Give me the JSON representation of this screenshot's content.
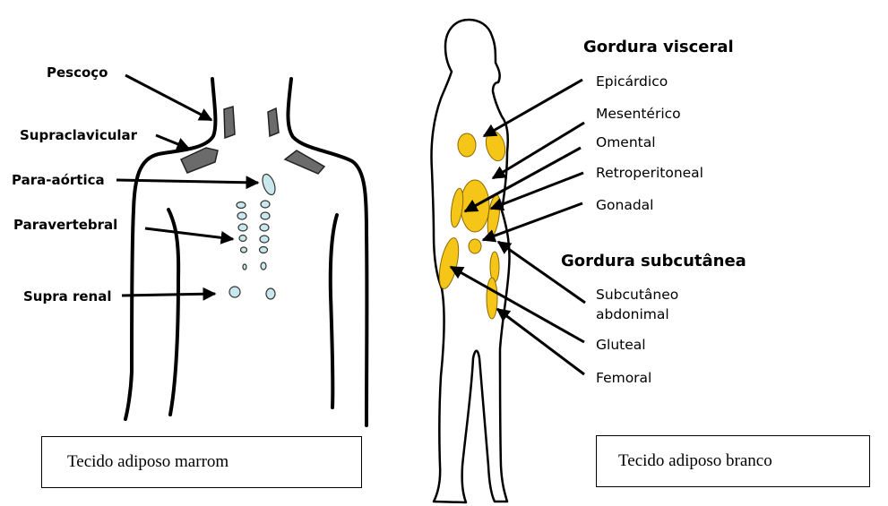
{
  "brown_adipose": {
    "caption": "Tecido adiposo marrom",
    "labels": {
      "neck": "Pescoço",
      "supraclavicular": "Supraclavicular",
      "paraaortic": "Para-aórtica",
      "paravertebral": "Paravertebral",
      "suprarenal": "Supra renal"
    },
    "colors": {
      "dark_depot": "#6b6b6b",
      "light_depot": "#c9e8ee",
      "outline": "#000000"
    }
  },
  "white_adipose": {
    "caption": "Tecido adiposo branco",
    "visceral": {
      "heading": "Gordura visceral",
      "items": [
        "Epicárdico",
        "Mesentérico",
        "Omental",
        "Retroperitoneal",
        "Gonadal"
      ]
    },
    "subcutaneous": {
      "heading": "Gordura subcutânea",
      "items": [
        "Subcutâneo",
        "abdonimal",
        "Gluteal",
        "Femoral"
      ]
    },
    "colors": {
      "fat": "#f5c518",
      "fat_outline": "#8a6a00"
    }
  }
}
